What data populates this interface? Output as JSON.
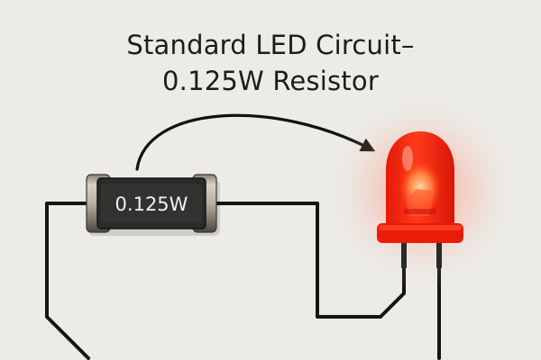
{
  "diagram": {
    "title_line1": "Standard LED Circuit–",
    "title_line2": "0.125W Resistor",
    "resistor": {
      "label": "0.125W"
    },
    "colors": {
      "background": "#ecebe7",
      "wire": "#151515",
      "resistor_body": "#2a2a2a",
      "led": "#ff2a10",
      "led_glow": "#ff7a55"
    }
  }
}
